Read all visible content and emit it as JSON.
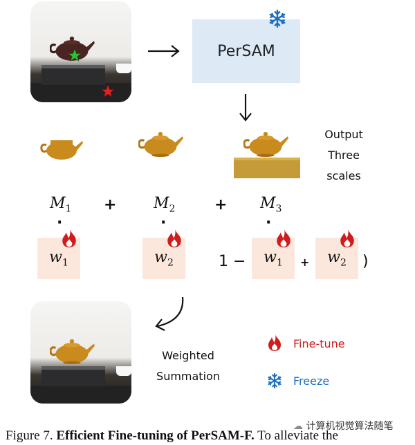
{
  "persam_label": "PerSAM",
  "output_label": {
    "line1": "Output",
    "line2": "Three",
    "line3": "scales"
  },
  "masks": [
    {
      "sym": "M",
      "sub": "1"
    },
    {
      "sym": "M",
      "sub": "2"
    },
    {
      "sym": "M",
      "sub": "3"
    }
  ],
  "plus": "+",
  "dot": "·",
  "weights": [
    {
      "sym": "w",
      "sub": "1"
    },
    {
      "sym": "w",
      "sub": "2"
    },
    {
      "sym": "w",
      "sub": "1"
    },
    {
      "sym": "w",
      "sub": "2"
    }
  ],
  "formula": {
    "one_minus": "1 − (",
    "inner_plus": "+",
    "close": ")"
  },
  "weighted_label": {
    "line1": "Weighted",
    "line2": "Summation"
  },
  "legend": {
    "finetune": "Fine-tune",
    "freeze": "Freeze"
  },
  "caption": {
    "prefix": "Figure 7.",
    "bold": "Efficient Fine-tuning of PerSAM-F.",
    "rest": "To alleviate the"
  },
  "watermark": "计算机视觉算法随笔",
  "colors": {
    "freeze": "#1a6fc0",
    "fire": "#d01c1c",
    "persam_box": "#dde9f5",
    "weight_box": "#fbe7dc",
    "teapot": "#c98a1e"
  }
}
